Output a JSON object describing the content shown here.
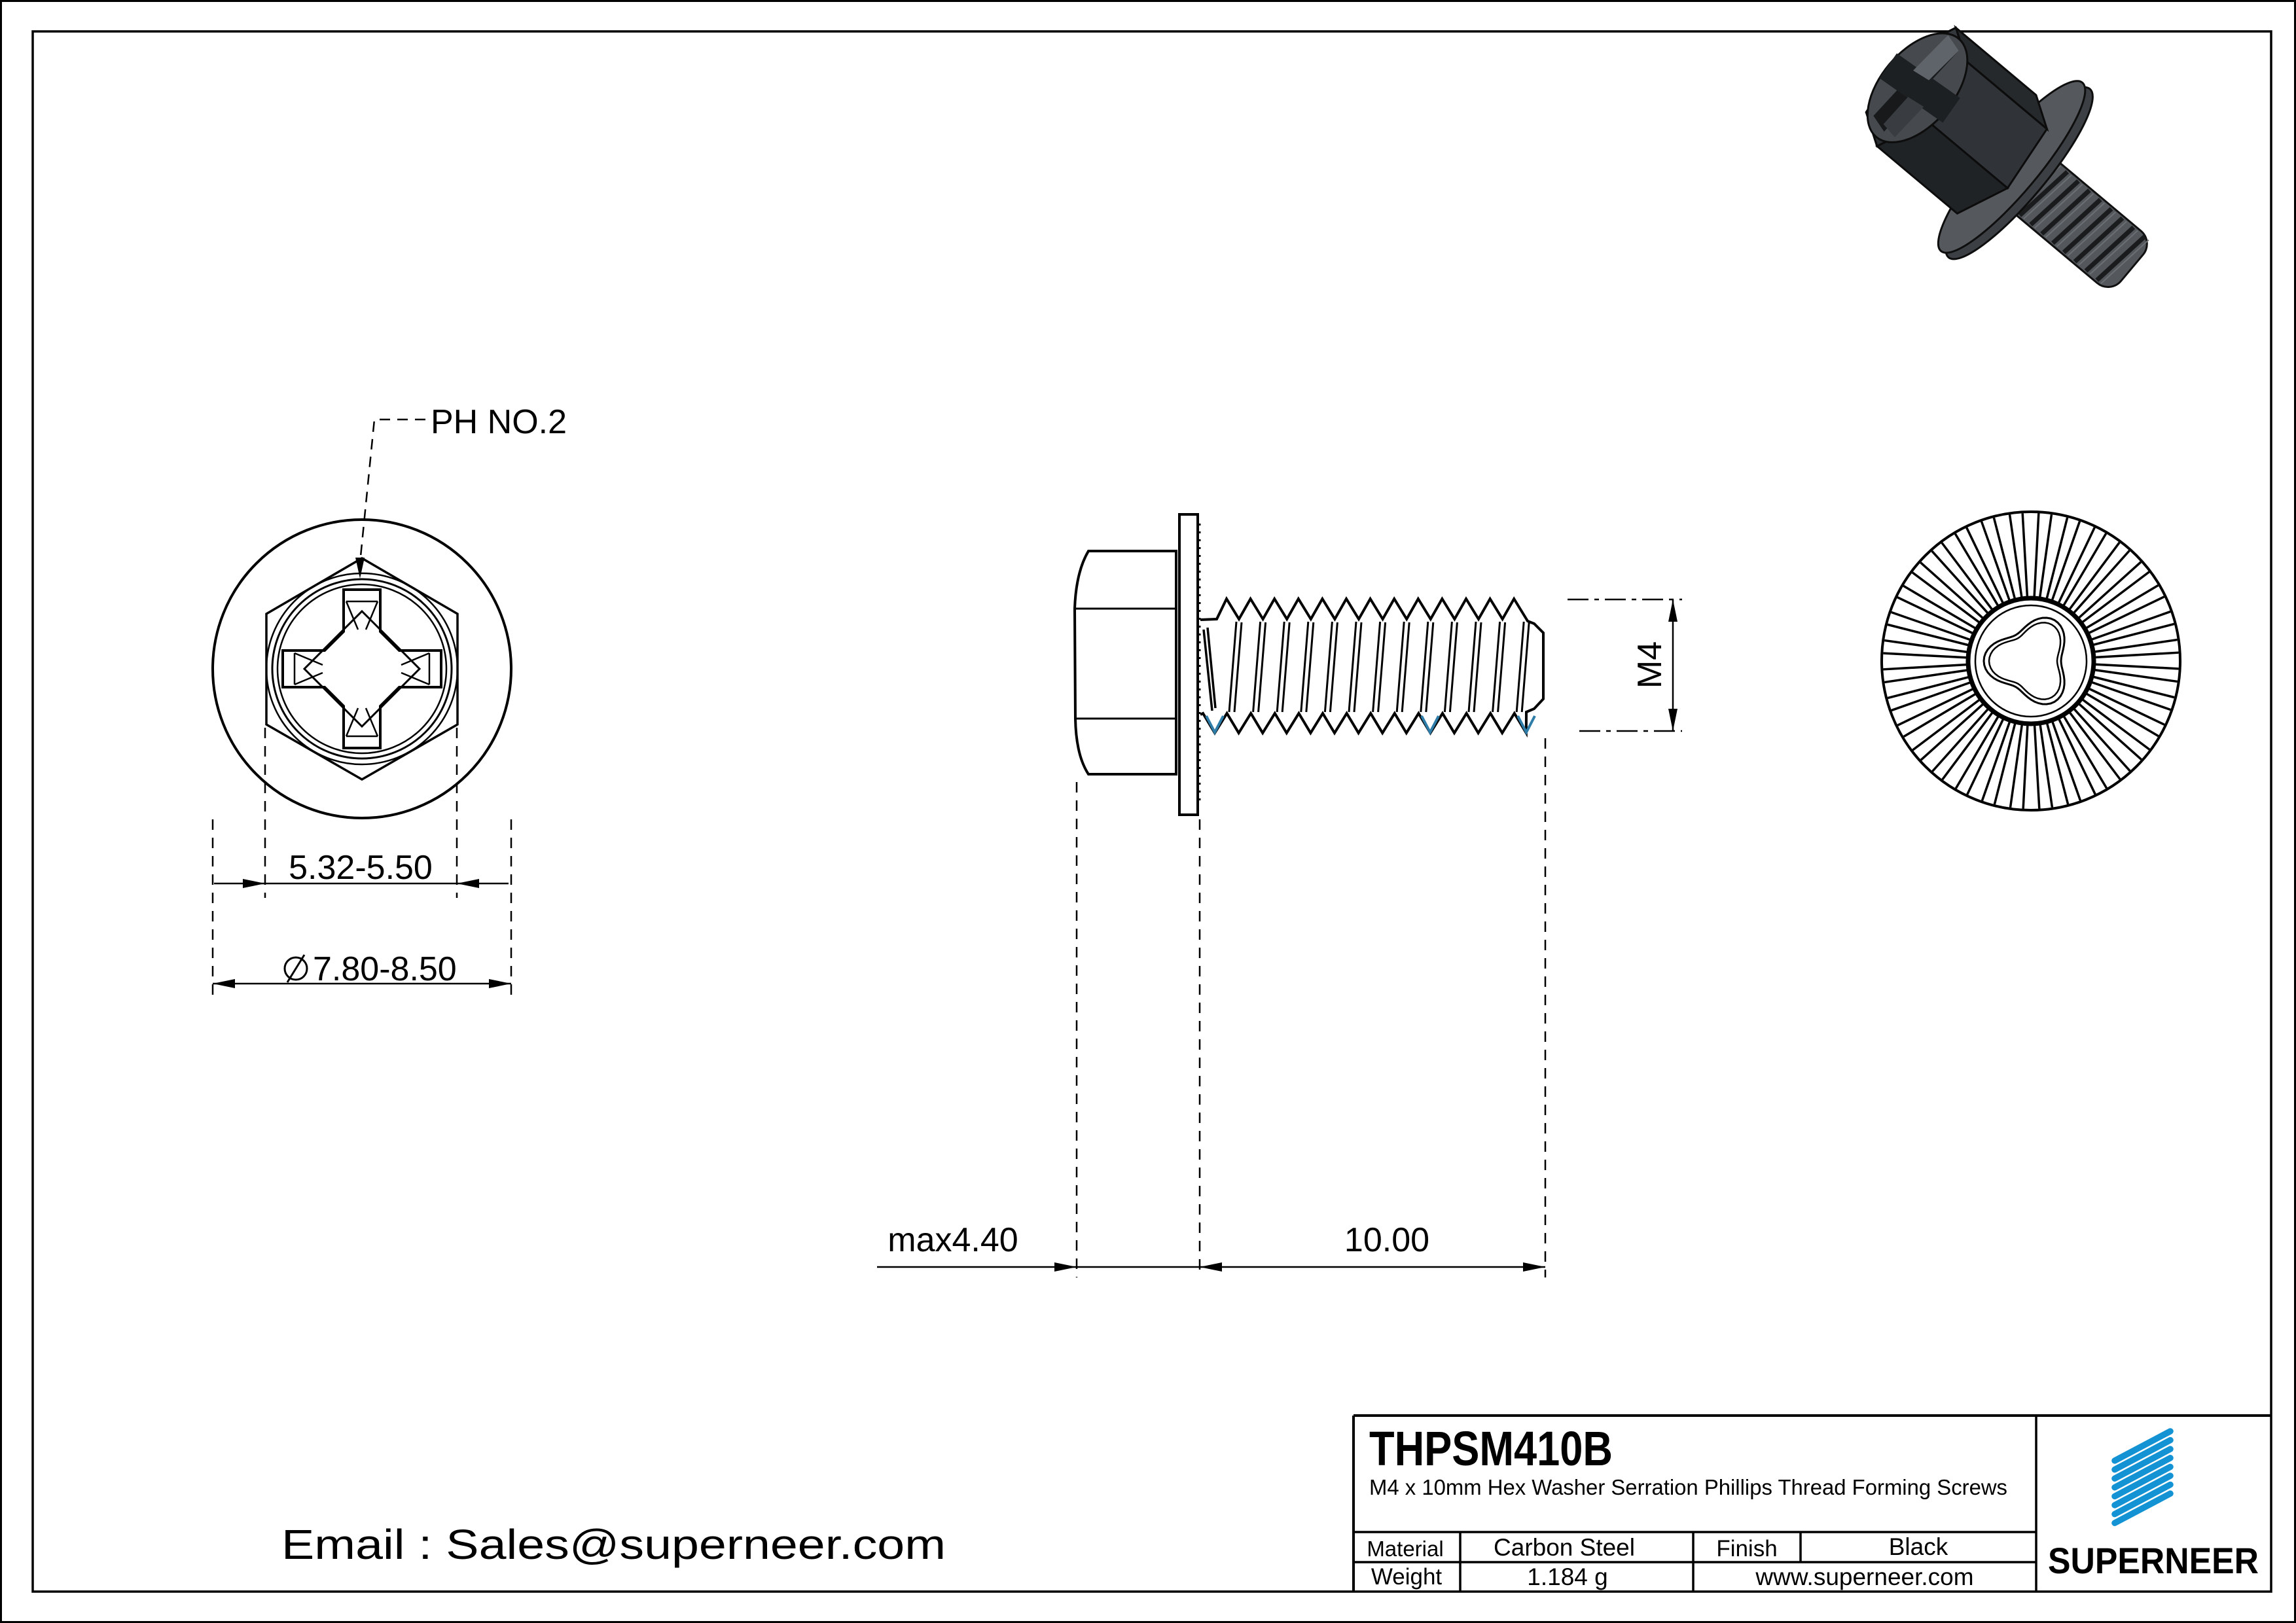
{
  "sheet": {
    "part_number": "THPSM410B",
    "description": "M4 x 10mm Hex Washer Serration Phillips Thread Forming Screws",
    "email": "Email : Sales@superneer.com"
  },
  "title_block": {
    "material_label": "Material",
    "material_value": "Carbon Steel",
    "finish_label": "Finish",
    "finish_value": "Black",
    "weight_label": "Weight",
    "weight_value": "1.184 g",
    "website": "www.superneer.com",
    "brand": "SUPERNEER"
  },
  "views": {
    "front": {
      "leader_label": "PH NO.2",
      "across_flats": "5.32-5.50",
      "washer_diameter": "7.80-8.50",
      "diameter_symbol": "diameter-sign"
    },
    "side": {
      "head_length": "max4.40",
      "thread_length": "10.00",
      "thread_size": "M4"
    }
  },
  "colors": {
    "accent_blue": "#1392D4",
    "link_blue": "#1E8FE0",
    "thread_root_highlight": "#2E7CA8",
    "line_color": "#000000"
  }
}
